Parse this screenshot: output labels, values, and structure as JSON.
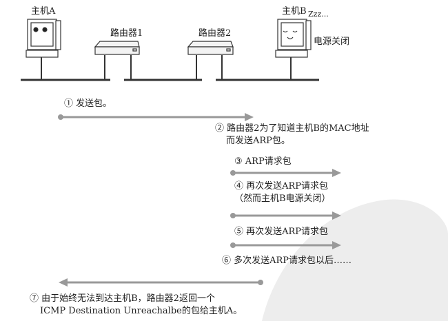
{
  "nodes": {
    "host_a": "主机A",
    "router1": "路由器1",
    "router2": "路由器2",
    "host_b": "主机B",
    "zzz": "Zzz...",
    "power_off": "电源关闭"
  },
  "steps": [
    {
      "lines": [
        "① 发送包。"
      ]
    },
    {
      "lines": [
        "② 路由器2为了知道主机B的MAC地址",
        "而发送ARP包。"
      ]
    },
    {
      "lines": [
        "③ ARP请求包"
      ]
    },
    {
      "lines": [
        "④ 再次发送ARP请求包",
        "（然而主机B电源关闭）"
      ]
    },
    {
      "lines": [
        "⑤ 再次发送ARP请求包"
      ]
    },
    {
      "lines": [
        "⑥ 多次发送ARP请求包以后……"
      ]
    },
    {
      "lines": [
        "⑦ 由于始终无法到达主机B，路由器2返回一个",
        "ICMP Destination Unreachalbe的包给主机A。"
      ]
    }
  ],
  "colors": {
    "arrow": "#999999",
    "line": "#333333",
    "watermark": "#ececec"
  }
}
